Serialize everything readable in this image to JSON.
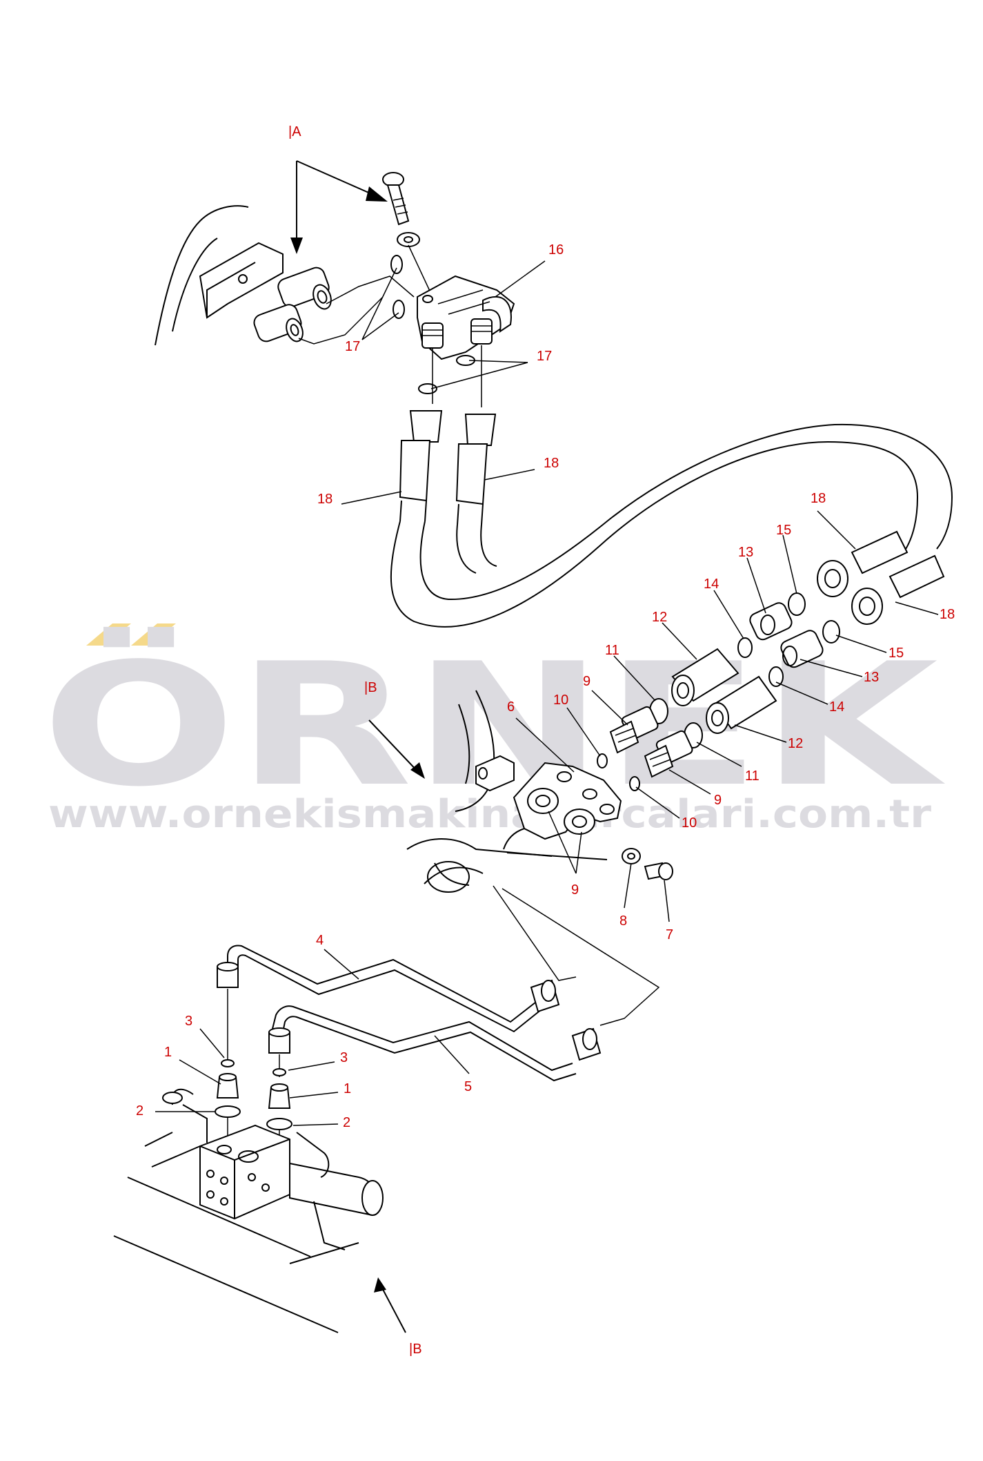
{
  "colors": {
    "label": "#cc0000",
    "line": "#000000",
    "watermark": "#dcdbe0",
    "watermark_accent": "#f5d98a"
  },
  "watermark": {
    "brand": "ÖRNEK",
    "url": "www.ornekismakinaparcalari.com.tr"
  },
  "view_markers": {
    "a_top": "|A",
    "b_mid": "|B",
    "b_bottom": "|B"
  },
  "labels": {
    "p1a": "1",
    "p1b": "1",
    "p2a": "2",
    "p2b": "2",
    "p3a": "3",
    "p3b": "3",
    "p4": "4",
    "p5": "5",
    "p6": "6",
    "p7": "7",
    "p8": "8",
    "p9a": "9",
    "p9b": "9",
    "p9c": "9",
    "p10a": "10",
    "p10b": "10",
    "p11a": "11",
    "p11b": "11",
    "p12a": "12",
    "p12b": "12",
    "p13a": "13",
    "p13b": "13",
    "p14a": "14",
    "p14b": "14",
    "p15a": "15",
    "p15b": "15",
    "p16": "16",
    "p17a": "17",
    "p17b": "17",
    "p18a": "18",
    "p18b": "18",
    "p18c": "18",
    "p18d": "18"
  }
}
